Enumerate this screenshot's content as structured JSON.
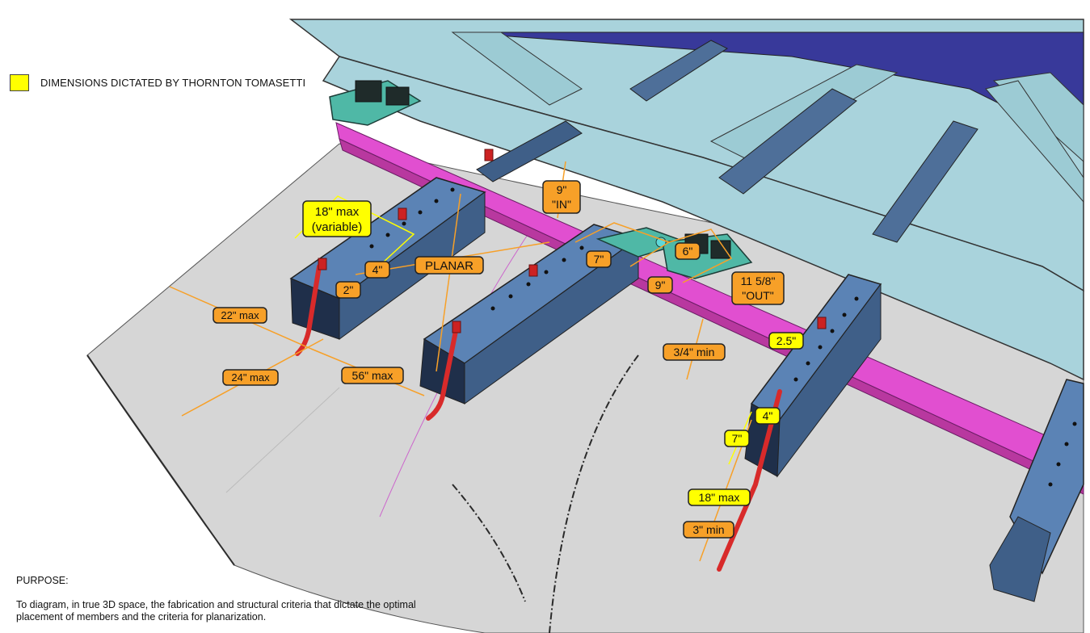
{
  "colors": {
    "yellow_highlight": "#ffff00",
    "orange_dim": "#f7a028",
    "magenta_beam": "#e14fd0",
    "steel_blue": "#5b83b5",
    "light_frame": "#a9d3dc",
    "navy_panel": "#33368f",
    "red_rod": "#d82a2a",
    "teal_clip": "#4fb8a6",
    "panel_gray": "#d4d4d4"
  },
  "legend": {
    "swatch_color": "#ffff00",
    "label": "DIMENSIONS DICTATED BY THORNTON TOMASETTI"
  },
  "purpose": {
    "title": "PURPOSE:",
    "body": "To diagram, in true 3D space, the fabrication and structural criteria that dictate the optimal placement of members and the criteria for planarization."
  },
  "callouts": {
    "max18_variable_1": "18\" max",
    "max18_variable_2": "(variable)",
    "d4_left": "4\"",
    "d2": "2\"",
    "planar": "PLANAR",
    "in9_1": "9\"",
    "in9_2": "\"IN\"",
    "d7_center": "7\"",
    "d6": "6\"",
    "d9_center": "9\"",
    "out_1": "11 5/8\"",
    "out_2": "\"OUT\"",
    "max22": "22\" max",
    "max24": "24\" max",
    "max56": "56\" max",
    "min34": "3/4\" min",
    "d25": "2.5\"",
    "d4_right": "4\"",
    "d7_right": "7\"",
    "max18_right": "18\" max",
    "min3": "3\" min"
  }
}
